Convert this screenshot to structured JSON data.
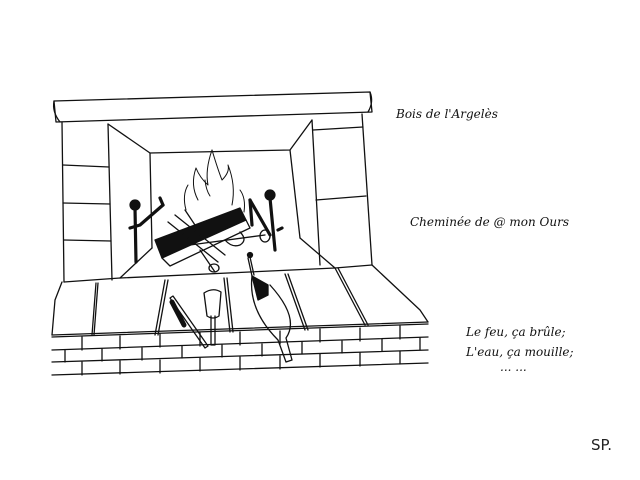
{
  "illustration": {
    "subject": "fireplace",
    "captions": {
      "title": "Bois de l'Argelès",
      "subtitle": "Cheminée de @ mon Ours",
      "poem": [
        "Le feu, ça brûle;",
        "L'eau, ça mouille;",
        "... ..."
      ]
    },
    "signature": "SP.",
    "stroke_color": "#111111",
    "background_color": "#ffffff"
  }
}
